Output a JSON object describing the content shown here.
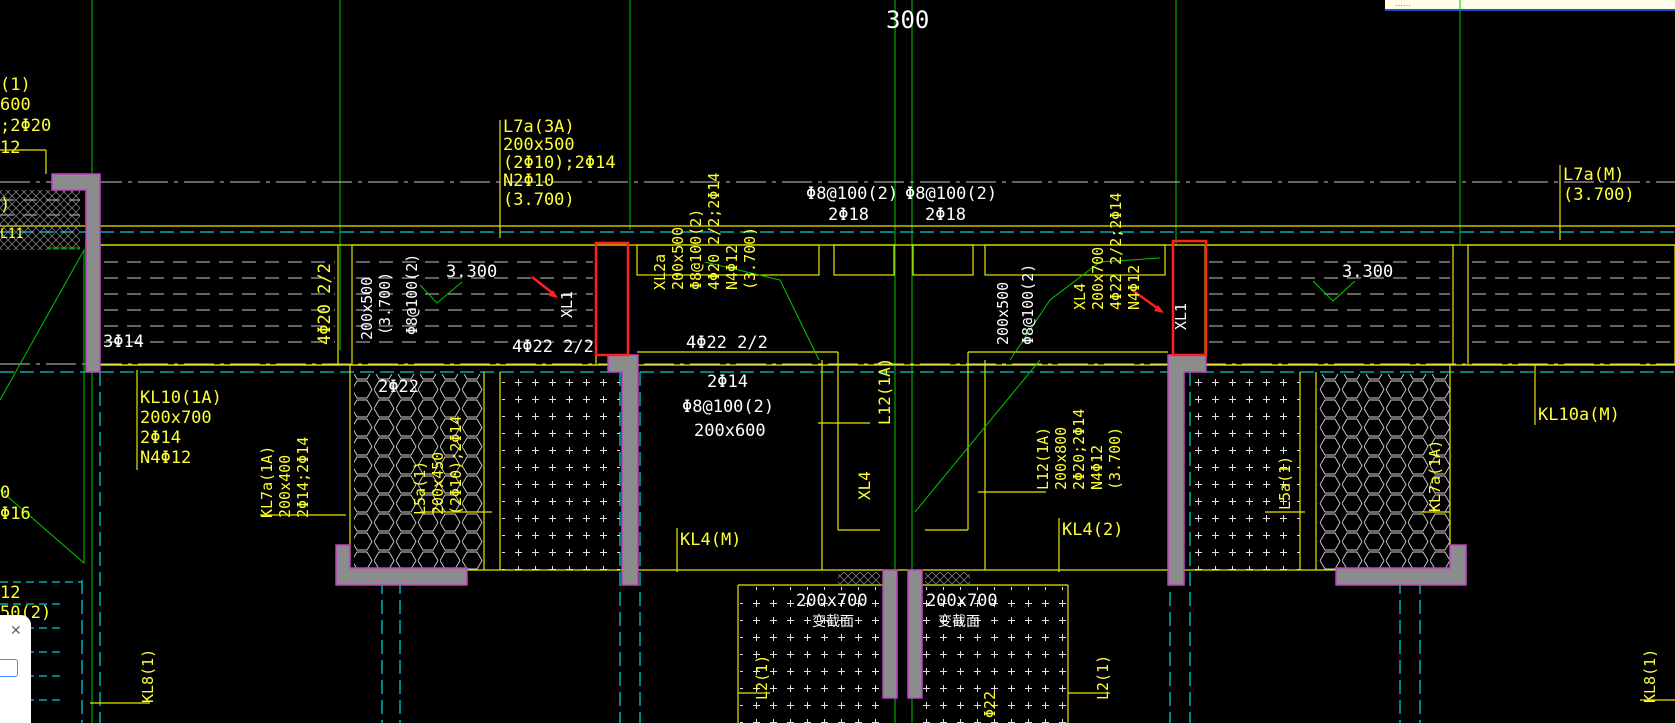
{
  "top_label": "300",
  "labels": {
    "l7a_title": "L7a(3A)",
    "l7a_size": "200x500",
    "l7a_rebar": "(2Φ10);2Φ14",
    "l7a_n": "N2Φ10",
    "l7a_elev": "(3.700)",
    "stir_left": "Φ8@100(2)",
    "bar_left": "2Φ18",
    "stir_right": "Φ8@100(2)",
    "bar_right": "2Φ18",
    "l7a_m": "L7a(M)",
    "l7a_m_elev": "(3.700)",
    "elev_left": "3.300",
    "elev_right": "3.300",
    "b3": "3Φ14",
    "b4_20": "4Φ20 2/2",
    "b4_22_left": "4Φ22 2/2",
    "b4_22_mid": "4Φ22 2/2",
    "b2_22": "2Φ22",
    "beam_left_v": "200x500",
    "elev_v": "(3.700)",
    "stir_v": "Φ8@100(2)",
    "xl1_left": "XL1",
    "xl1_right": "XL1",
    "xl2a_v": "XL2a",
    "xl2a_size_v": "200x500",
    "xl2a_stir_v": "Φ8@100(2)",
    "xl2a_bar_v": "4Φ20 2/2;2Φ14",
    "xl2a_n_v": "N4Φ12",
    "xl2a_elev_v": "(3.700)",
    "xl4_v": "XL4",
    "xl4_size_v": "200x700",
    "xl4_bar_v": "4Φ22 2/2;2Φ14",
    "xl4_n_v": "N4Φ12",
    "r_200x500_v": "200x500",
    "r_stir_v": "Φ8@100(2)",
    "kl10_title": "KL10(1A)",
    "kl10_size": "200x700",
    "kl10_bar": "2Φ14",
    "kl10_n": "N4Φ12",
    "mid_2014": "2Φ14",
    "mid_stir": "Φ8@100(2)",
    "mid_size": "200x600",
    "l12_v": "L12(1A)",
    "xl4_lower_v": "XL4",
    "kl7a_left_v": "KL7a(1A)",
    "kl7a_left_size_v": "200x400",
    "kl7a_left_bar_v": "2Φ14;2Φ14",
    "l5a_v": "L5a(1)",
    "l5a_size_v": "200x450",
    "l5a_bar_v": "(2Φ10);2Φ14",
    "l12b_v": "L12(1A)",
    "l12b_size_v": "200x800",
    "l12b_bar_v": "2Φ20;2Φ14",
    "l12b_n_v": "N4Φ12",
    "l12b_elev_v": "(3.700)",
    "kl4m": "KL4(M)",
    "kl4_2": "KL4(2)",
    "l5a_right_v": "L5a(1)",
    "kl7a_right_v": "KL7a(1A)",
    "kl10a_m": "KL10a(M)",
    "bs_left_size": "200x700",
    "bs_left_txt": "变截面",
    "bs_right_size": "200x700",
    "bs_right_txt": "变截面",
    "l2_left_v": "L2(1)",
    "l2_right_v": "L2(1)",
    "kl8_left_v": "KL8(1)",
    "kl8_right_v": "KL8(1)",
    "phi22_v": "Φ22",
    "edge_1": "(1)",
    "edge_600": "600",
    "edge_2020": ";2Φ20",
    "edge_12": "12",
    "edge_0": ")",
    "edge_l11": "L11",
    "edge_10": "0",
    "edge_16": "Φ16",
    "edge_12b": "12",
    "edge_502": "50(2)"
  },
  "top_notification": "……",
  "colors": {
    "annotation": "#ffff33",
    "rebar_line": "#e6e600",
    "axis": "#00c800",
    "hidden_beam": "#00cccc",
    "wall_fill": "#8c8c8c",
    "wall_edge": "#c040c0",
    "highlight": "#ff2020"
  }
}
